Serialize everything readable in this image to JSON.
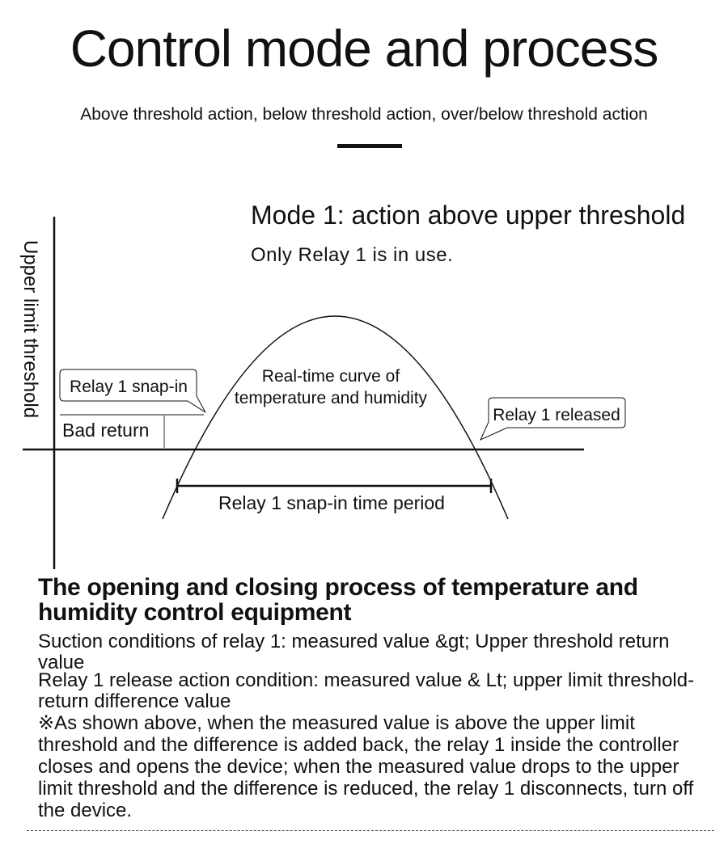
{
  "header": {
    "title": "Control mode and process",
    "subtitle": "Above threshold action, below threshold action, over/below threshold action"
  },
  "mode": {
    "title": "Mode 1: action above upper threshold",
    "description": "Only Relay 1 is in use."
  },
  "diagram": {
    "y_axis_label": "Upper limit threshold",
    "curve_label_line1": "Real-time curve of",
    "curve_label_line2": "temperature and humidity",
    "snap_in_callout": "Relay 1 snap-in",
    "released_callout": "Relay 1 released",
    "bad_return_label": "Bad return",
    "period_label": "Relay 1 snap-in time period"
  },
  "process": {
    "title": "The opening and closing process of temperature and humidity control equipment",
    "suction_condition": "Suction conditions of relay 1: measured value &gt; Upper threshold return value",
    "release_condition": "Relay 1 release action condition: measured value & Lt; upper limit threshold-return difference value",
    "note": "※As shown above, when the measured value is above the upper limit threshold and the difference is added back, the relay 1 inside the controller closes and opens the device; when the measured value drops to the upper limit threshold and the difference is reduced, the relay 1 disconnects, turn off the device."
  }
}
